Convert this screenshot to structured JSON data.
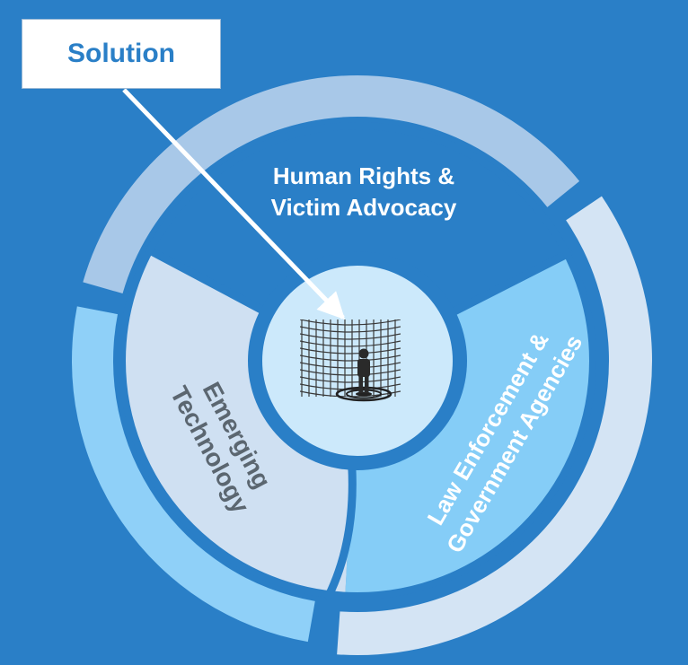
{
  "diagram": {
    "callout": {
      "label": "Solution"
    },
    "segments": {
      "top": {
        "line1": "Human Rights &",
        "line2": "Victim Advocacy"
      },
      "left": {
        "line1": "Emerging",
        "line2": "Technology"
      },
      "right": {
        "line1": "Law Enforcement &",
        "line2": "Government Agencies"
      }
    },
    "center": {
      "icon": "person-in-grid-room-icon"
    }
  },
  "colors": {
    "background": "#2a7fc7",
    "top_segment": "#2a7fc7",
    "left_segment": "#cfe0f2",
    "right_segment": "#85cdf7",
    "center_disc": "#cce9fb",
    "outer_ring_top": "#a8c8e8",
    "outer_ring_left": "#8fd0f8",
    "outer_ring_right": "#d4e4f4",
    "left_label": "#5b6670",
    "callout_text": "#2a7fc7"
  }
}
